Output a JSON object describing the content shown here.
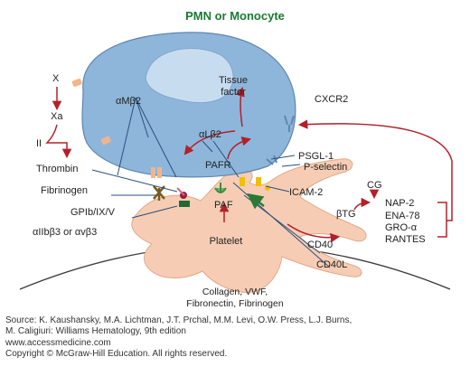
{
  "figure": {
    "title": "PMN or Monocyte",
    "title_color": "#1a7a32",
    "colors": {
      "leukocyte": "#8eb6da",
      "nucleus": "#c8dcf0",
      "platelet": "#f6cdb4",
      "arrow_red": "#b3202a",
      "line_blue": "#2a4f7c",
      "arrow_green": "#2a7a35",
      "yellow_receptor": "#f0c000",
      "orange_receptor": "#f2b58a"
    },
    "labels": {
      "x": "X",
      "xa": "Xa",
      "ii": "II",
      "thrombin": "Thrombin",
      "fibrinogen": "Fibrinogen",
      "gpib": "GPIb/IX/V",
      "aiib": "αIIbβ3 or αvβ3",
      "amb2": "αMβ2",
      "alb2": "αLβ2",
      "tissue_factor_line1": "Tissue",
      "tissue_factor_line2": "factor",
      "cxcr2": "CXCR2",
      "psgl1": "PSGL-1",
      "pselectin": "P-selectin",
      "pafr": "PAFR",
      "icam2": "ICAM-2",
      "paf": "PAF",
      "platelet": "Platelet",
      "cd40": "CD40",
      "cd40l": "CD40L",
      "btg": "βTG",
      "cg": "CG",
      "nap2": "NAP-2",
      "ena78": "ENA-78",
      "groa": "GRO-α",
      "rantes": "RANTES",
      "matrix_line1": "Collagen, VWF,",
      "matrix_line2": "Fibronectin, Fibrinogen"
    }
  },
  "credit": {
    "source_line1": "Source: K. Kaushansky, M.A. Lichtman, J.T. Prchal, M.M. Levi, O.W. Press, L.J. Burns,",
    "source_line2": "M. Caligiuri: Williams Hematology, 9th edition",
    "website": "www.accessmedicine.com",
    "copyright": "Copyright © McGraw-Hill Education.  All rights reserved."
  }
}
